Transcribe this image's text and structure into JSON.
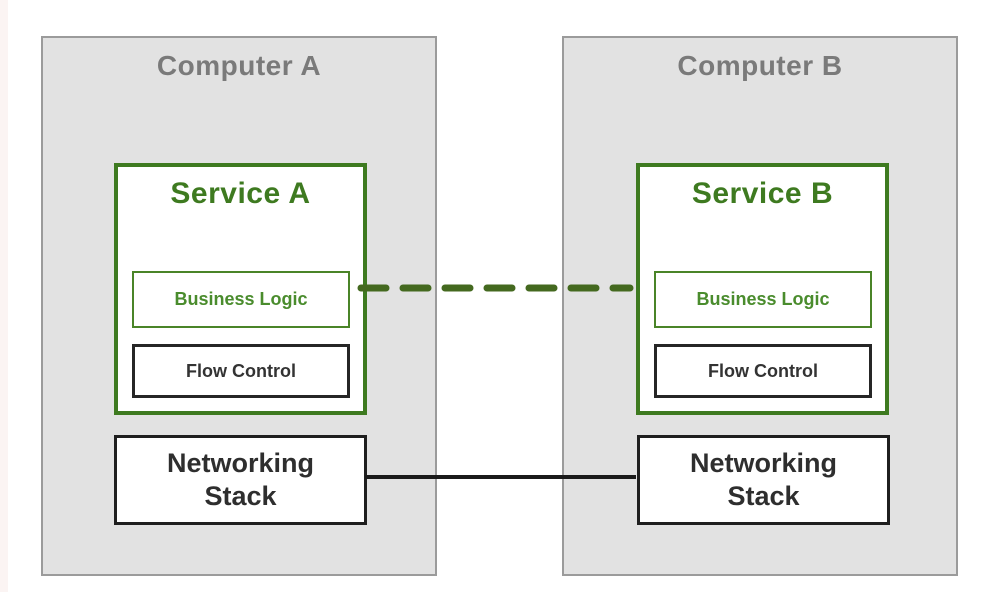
{
  "diagram": {
    "computers": [
      {
        "title": "Computer A",
        "service": {
          "title": "Service A",
          "components": [
            {
              "label": "Business Logic"
            },
            {
              "label": "Flow Control"
            }
          ]
        },
        "networking": {
          "label": "Networking\nStack"
        }
      },
      {
        "title": "Computer B",
        "service": {
          "title": "Service B",
          "components": [
            {
              "label": "Business Logic"
            },
            {
              "label": "Flow Control"
            }
          ]
        },
        "networking": {
          "label": "Networking\nStack"
        }
      }
    ],
    "connections": [
      {
        "from": "Business Logic (Service A)",
        "to": "Business Logic (Service B)",
        "style": "dashed",
        "color": "#44691f"
      },
      {
        "from": "Networking Stack (Computer A)",
        "to": "Networking Stack (Computer B)",
        "style": "solid",
        "color": "#1a1a1a"
      }
    ],
    "colors": {
      "computer_fill": "#e2e2e2",
      "computer_border": "#9b9b9b",
      "computer_title_text": "#7a7a7a",
      "service_border": "#3e7a20",
      "service_title_text": "#3e7a20",
      "business_logic_green": "#4a8c2d",
      "flow_control_dark": "#333333",
      "network_box_border": "#1f1f1f",
      "dashed_link_green": "#44691f",
      "solid_link_black": "#1a1a1a"
    }
  }
}
